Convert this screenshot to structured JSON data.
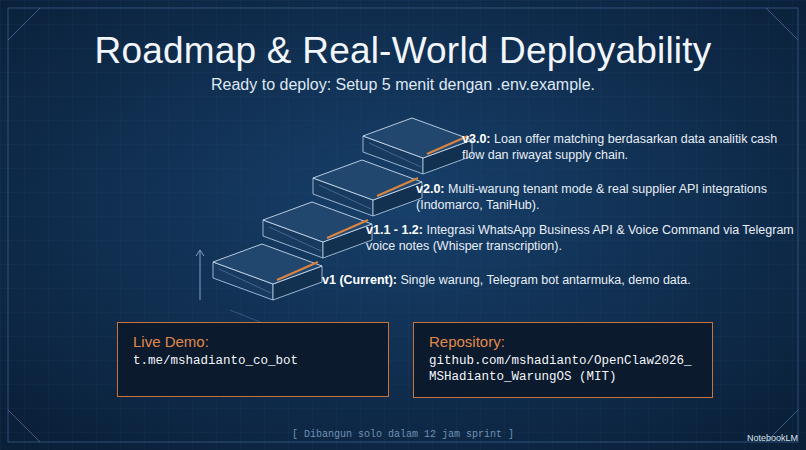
{
  "diagram": {
    "title": "Roadmap & Real-World Deployability",
    "nodes": [
      {
        "text": [
          "Live Demo:",
          "t.me/mshadianto_co_bot"
        ]
      },
      {
        "text": [
          "Repository:",
          "github.com/mshadianto/OpenClaw2026_ MSHadianto_WarungOS (MIT)"
        ]
      }
    ],
    "labels": [
      "Ready to deploy: Setup 5 menit dengan .env.example.",
      "v3.0:",
      "Loan offer matching berdasarkan data analitik cash flow dan riwayat supply chain.",
      "v2.0:",
      "Multi-warung tenant mode & real supplier API integrations (Indomarco, TaniHub).",
      "v1.1 - 1.2:",
      "Integrasi WhatsApp Business API & Voice Command via Telegram voice notes (Whisper transcription).",
      "v1 (Current):",
      "Single warung, Telegram bot antarmuka, demo data.",
      "[ Dibangun solo dalam 12 jam sprint ]",
      "NotebookLM"
    ]
  }
}
